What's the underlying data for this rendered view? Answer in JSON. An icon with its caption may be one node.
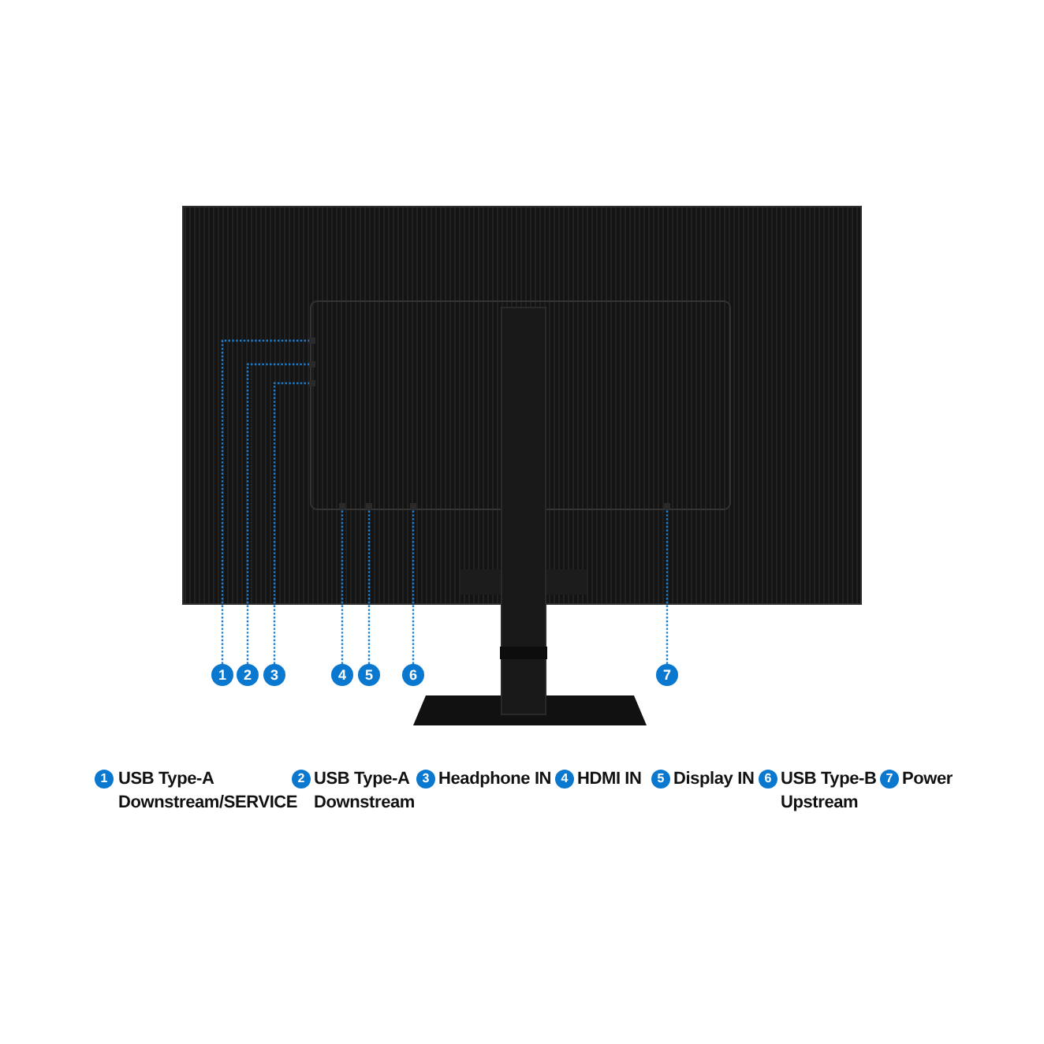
{
  "diagram": {
    "nodes": [
      {
        "text": [
          "1"
        ]
      },
      {
        "text": [
          "2"
        ]
      },
      {
        "text": [
          "3"
        ]
      },
      {
        "text": [
          "4"
        ]
      },
      {
        "text": [
          "5"
        ]
      },
      {
        "text": [
          "6"
        ]
      },
      {
        "text": [
          "7"
        ]
      },
      {
        "text": [],
        "shape": "box"
      },
      {
        "text": [],
        "shape": "box"
      },
      {
        "text": [],
        "shape": "box"
      },
      {
        "text": [],
        "shape": "box"
      },
      {
        "text": [],
        "shape": "box"
      },
      {
        "text": [],
        "shape": "box"
      },
      {
        "text": [],
        "shape": "box"
      }
    ],
    "edges": [
      {
        "from": 0,
        "to": 7,
        "arrow": "none"
      },
      {
        "from": 1,
        "to": 8,
        "arrow": "none"
      },
      {
        "from": 2,
        "to": 9,
        "arrow": "none"
      },
      {
        "from": 3,
        "to": 10,
        "arrow": "none"
      },
      {
        "from": 4,
        "to": 11,
        "arrow": "none"
      },
      {
        "from": 5,
        "to": 12,
        "arrow": "none"
      },
      {
        "from": 6,
        "to": 13,
        "arrow": "none"
      }
    ],
    "labels": [
      "1",
      "USB Type-A Downstream/SERVICE",
      "2",
      "USB Type-A Downstream",
      "3",
      "Headphone IN",
      "4",
      "HDMI IN",
      "5",
      "Display IN",
      "6",
      "USB Type-B Upstream",
      "7",
      "Power"
    ]
  }
}
